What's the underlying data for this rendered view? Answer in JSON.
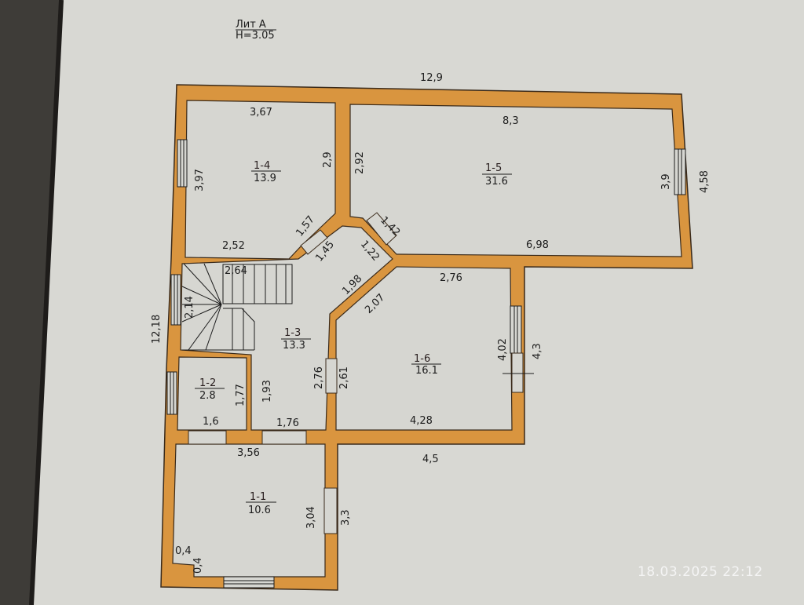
{
  "title": {
    "label": "Лит А",
    "height": "H=3.05"
  },
  "colors": {
    "wall": "#d9953f",
    "wall_stroke": "#3a2a1a",
    "paper": "#d6d6d1",
    "background": "#3e3c38"
  },
  "overall_dimensions": {
    "top_width": "12,9",
    "left_height": "12,18",
    "right_upper": "4,58",
    "right_middle": "4,3",
    "middle_bottom": "4,5",
    "entrance_wall": "3,3"
  },
  "rooms": [
    {
      "id": "1-1",
      "area": "10.6",
      "dims": [
        "3,56",
        "3,04",
        "0,4",
        "0,4"
      ]
    },
    {
      "id": "1-2",
      "area": "2.8",
      "dims": [
        "1,6",
        "1,77"
      ]
    },
    {
      "id": "1-3",
      "area": "13.3",
      "dims": [
        "2,64",
        "2,14",
        "1,93",
        "1,76",
        "2,76",
        "1,98",
        "1,45",
        "1,22"
      ]
    },
    {
      "id": "1-4",
      "area": "13.9",
      "dims": [
        "3,67",
        "3,97",
        "2,9",
        "2,52",
        "1,57"
      ]
    },
    {
      "id": "1-5",
      "area": "31.6",
      "dims": [
        "8,3",
        "2,92",
        "3,9",
        "6,98",
        "1,42"
      ]
    },
    {
      "id": "1-6",
      "area": "16.1",
      "dims": [
        "2,76",
        "2,07",
        "2,61",
        "4,02",
        "4,28"
      ]
    }
  ],
  "timestamp": "18.03.2025 22:12"
}
